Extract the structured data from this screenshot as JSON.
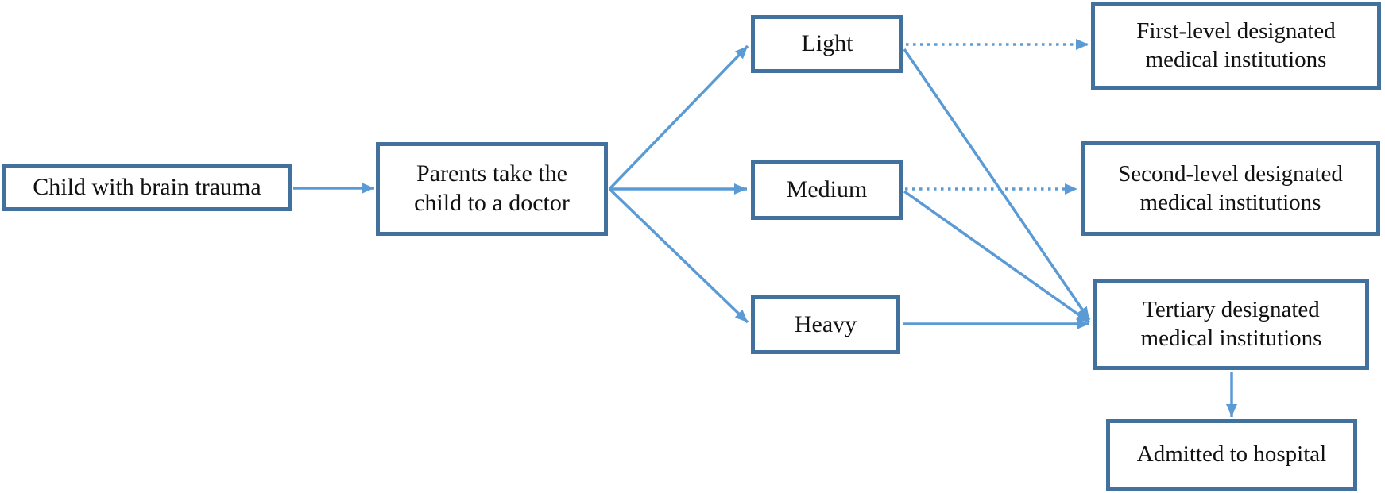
{
  "diagram_type": "flowchart",
  "colors": {
    "box_border": "#41719C",
    "arrow": "#5B9BD5",
    "text": "#111111",
    "background": "#FFFFFF"
  },
  "nodes": {
    "child": {
      "label": "Child with brain trauma"
    },
    "parents": {
      "label": "Parents take the\nchild to a doctor"
    },
    "light": {
      "label": "Light"
    },
    "medium": {
      "label": "Medium"
    },
    "heavy": {
      "label": "Heavy"
    },
    "first_level": {
      "label": "First-level designated\nmedical institutions"
    },
    "second_level": {
      "label": "Second-level designated\nmedical institutions"
    },
    "tertiary": {
      "label": "Tertiary designated\nmedical institutions"
    },
    "admitted": {
      "label": "Admitted to hospital"
    }
  },
  "edges": [
    {
      "from": "child",
      "to": "parents",
      "style": "solid"
    },
    {
      "from": "parents",
      "to": "light",
      "style": "solid"
    },
    {
      "from": "parents",
      "to": "medium",
      "style": "solid"
    },
    {
      "from": "parents",
      "to": "heavy",
      "style": "solid"
    },
    {
      "from": "light",
      "to": "first_level",
      "style": "dotted"
    },
    {
      "from": "medium",
      "to": "second_level",
      "style": "dotted"
    },
    {
      "from": "light",
      "to": "tertiary",
      "style": "solid"
    },
    {
      "from": "medium",
      "to": "tertiary",
      "style": "solid"
    },
    {
      "from": "heavy",
      "to": "tertiary",
      "style": "solid"
    },
    {
      "from": "tertiary",
      "to": "admitted",
      "style": "solid"
    }
  ]
}
